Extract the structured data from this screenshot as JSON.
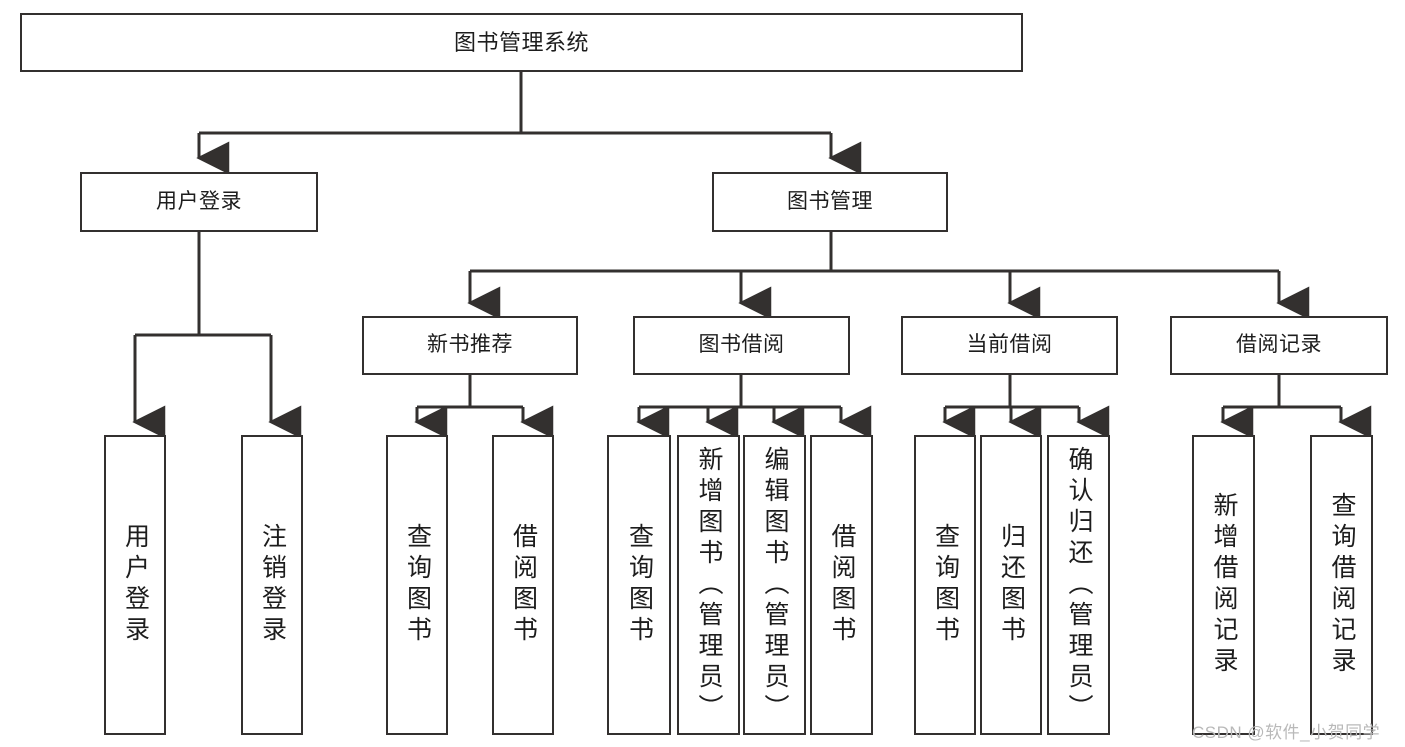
{
  "diagram": {
    "title": "图书管理系统",
    "type": "hierarchy-tree",
    "root": {
      "label": "图书管理系统"
    },
    "level2": [
      {
        "label": "用户登录"
      },
      {
        "label": "图书管理"
      }
    ],
    "level3": [
      {
        "label": "新书推荐"
      },
      {
        "label": "图书借阅"
      },
      {
        "label": "当前借阅"
      },
      {
        "label": "借阅记录"
      }
    ],
    "leaves": {
      "user_login": [
        {
          "label": "用户登录"
        },
        {
          "label": "注销登录"
        }
      ],
      "new_book_recommend": [
        {
          "label": "查询图书"
        },
        {
          "label": "借阅图书"
        }
      ],
      "book_borrow": [
        {
          "label": "查询图书"
        },
        {
          "label": "新增图书（管理员）"
        },
        {
          "label": "编辑图书（管理员）"
        },
        {
          "label": "借阅图书"
        }
      ],
      "current_borrow": [
        {
          "label": "查询图书"
        },
        {
          "label": "归还图书"
        },
        {
          "label": "确认归还（管理员）"
        }
      ],
      "borrow_record": [
        {
          "label": "新增借阅记录"
        },
        {
          "label": "查询借阅记录"
        }
      ]
    }
  },
  "watermark": {
    "text": "CSDN @软件_小贺同学"
  },
  "colors": {
    "stroke": "#33302f",
    "text": "#1d1d1d",
    "background": "#ffffff",
    "watermark": "#b9b9b9"
  }
}
